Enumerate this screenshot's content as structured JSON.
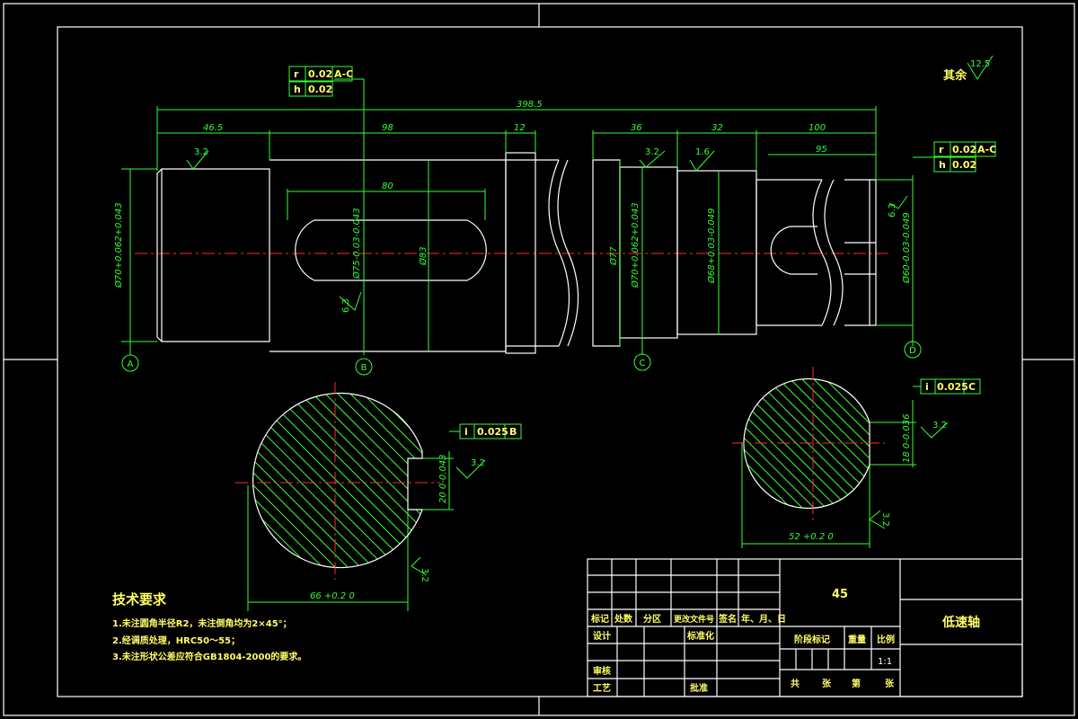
{
  "roughness": {
    "general_label": "其余",
    "general_value": "12.5",
    "r1": "3.2",
    "r2": "3.2",
    "r3": "1.6",
    "r4": "6.3",
    "r5": "6.3",
    "r6": "3.2",
    "r7": "3.2",
    "r8": "3.2",
    "r9": "3.2"
  },
  "tolerance_frames": {
    "top_left": {
      "row1": [
        "r",
        "0.02",
        "A-C"
      ],
      "row2": [
        "h",
        "0.02"
      ]
    },
    "top_right": {
      "row1": [
        "r",
        "0.02",
        "A-C"
      ],
      "row2": [
        "h",
        "0.02"
      ]
    },
    "section_left": [
      "i",
      "0.025",
      "B"
    ],
    "section_right": [
      "i",
      "0.025",
      "C"
    ]
  },
  "dimensions": {
    "total_length": "398.5",
    "d1": "46.5",
    "d2": "98",
    "d3": "12",
    "d4": "36",
    "d5": "32",
    "d6": "100",
    "d7": "95",
    "keyway": "80",
    "dia1": "Ø70+0.062+0.043",
    "dia2": "Ø75-0.03-0.043",
    "dia3": "Ø83",
    "dia4": "Ø77",
    "dia5": "Ø70+0.062+0.043",
    "dia6": "Ø68+0.03-0.049",
    "dia7": "Ø60-0.03-0.049",
    "sec1_width": "20",
    "sec1_tol": "0-0.043",
    "sec1_depth": "66",
    "sec1_depth_tol": "+0.2 0",
    "sec2_width": "18",
    "sec2_tol": "0-0.036",
    "sec2_depth": "52",
    "sec2_depth_tol": "+0.2 0"
  },
  "datums": [
    "A",
    "B",
    "C",
    "D"
  ],
  "tech_requirements": {
    "title": "技术要求",
    "items": [
      "1.未注圆角半径R2，未注倒角均为2×45°；",
      "2.经调质处理，HRC50～55；",
      "3.未注形状公差应符合GB1804-2000的要求。"
    ]
  },
  "title_block": {
    "material": "45",
    "part_name": "低速轴",
    "row_labels": [
      "标记",
      "处数",
      "分区",
      "更改文件号",
      "签名",
      "年、月、日"
    ],
    "design": "设计",
    "standardize": "标准化",
    "review": "审核",
    "process": "工艺",
    "approve": "批准",
    "stage_mark": "阶段标记",
    "weight": "重量",
    "scale_label": "比例",
    "scale": "1:1",
    "sheets_total": "共",
    "sheets_unit1": "张",
    "sheet_no": "第",
    "sheets_unit2": "张"
  }
}
